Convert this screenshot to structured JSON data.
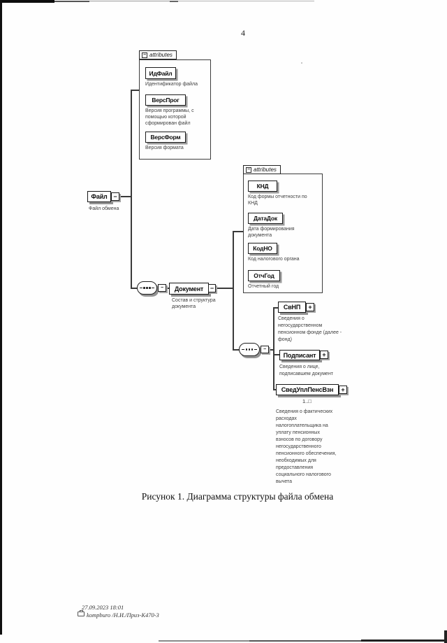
{
  "page": {
    "number": "4",
    "caption": "Рисунок 1. Диаграмма структуры файла обмена",
    "footer": {
      "timestamp": "27.09.2023 18:01",
      "stamp": "kompburo /Н.И./Приз-К470-3"
    }
  },
  "diagram": {
    "attributes_label": "attributes",
    "icons": {
      "collapse": "−",
      "expand": "+",
      "sequence": "-•••-"
    },
    "root": {
      "label": "Файл",
      "desc": "Файл обмена"
    },
    "attr_group1": {
      "items": [
        {
          "label": "ИдФайл",
          "desc": "Идентификатор файла"
        },
        {
          "label": "ВерсПрог",
          "desc": "Версия программы, с\nпомощью которой\nсформирован файл"
        },
        {
          "label": "ВерсФорм",
          "desc": "Версия формата"
        }
      ]
    },
    "document": {
      "label": "Документ",
      "desc": "Состав и структура\nдокумента"
    },
    "attr_group2": {
      "items": [
        {
          "label": "КНД",
          "desc": "Код формы отчетности по\nКНД"
        },
        {
          "label": "ДатаДок",
          "desc": "Дата формирования\nдокумента"
        },
        {
          "label": "КодНО",
          "desc": "Код налогового органа"
        },
        {
          "label": "ОтчГод",
          "desc": "Отчетный год"
        }
      ]
    },
    "children": [
      {
        "label": "СвНП",
        "desc": "Сведения о\nнегосударственном\nпенсионном фонде (далее -\nфонд)"
      },
      {
        "label": "Подписант",
        "desc": "Сведения о лице,\nподписавшем документ"
      },
      {
        "label": "СведУплПенсВзн",
        "cardinality": "1..□",
        "desc": "Сведения о фактических\nрасходах\nналогоплательщика на\nуплату пенсионных\nвзносов по договору\nнегосударственного\nпенсионного обеспечения,\nнеобходимых для\nпредоставления\nсоциального налогового\nвычета"
      }
    ]
  }
}
